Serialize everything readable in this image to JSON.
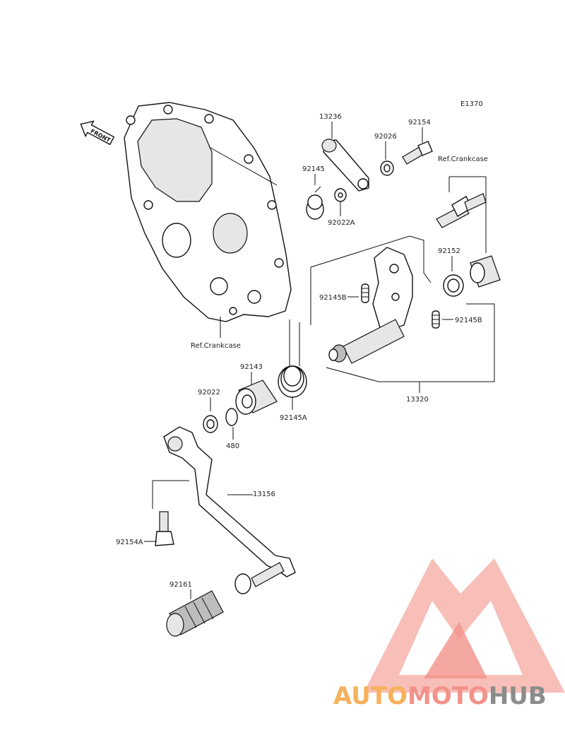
{
  "diagram": {
    "code": "E1370",
    "front_label": "FRONT",
    "labels": {
      "p13236": "13236",
      "p92154": "92154",
      "p92026": "92026",
      "ref_crankcase_top": "Ref.Crankcase",
      "p92145": "92145",
      "p92022A": "92022A",
      "p92152": "92152",
      "p92145B_left": "92145B",
      "p92145B_right": "92145B",
      "ref_crankcase_bottom": "Ref.Crankcase",
      "p92143": "92143",
      "p92022": "92022",
      "p480": "480",
      "p92145A": "92145A",
      "p13320": "13320",
      "p13156": "13156",
      "p92154A": "92154A",
      "p92161": "92161"
    }
  },
  "watermark": {
    "brand_word_1": "AUTO",
    "brand_word_2": "MOTO",
    "brand_word_3": "HUB",
    "colors": {
      "salmon": "#f2928a",
      "orange": "#f6b15a",
      "grey": "#8c8c8c"
    }
  }
}
